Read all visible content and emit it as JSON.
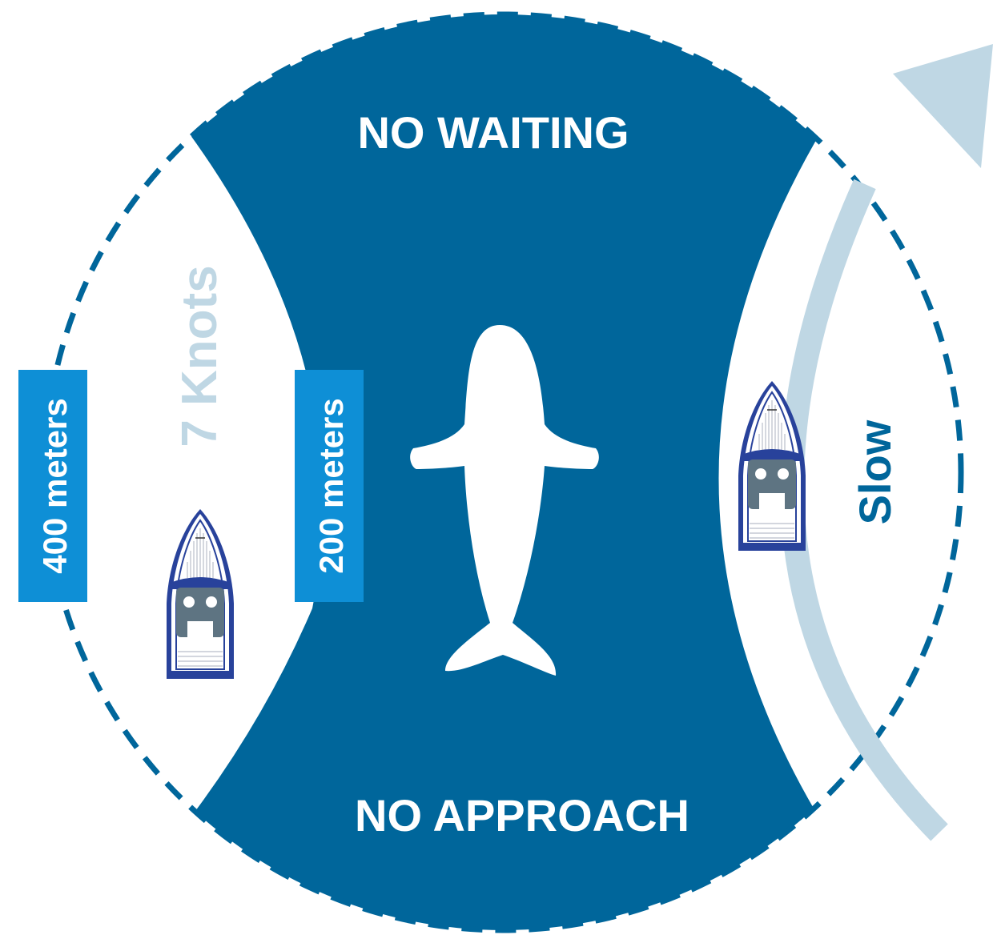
{
  "zones": {
    "outer_label": "400 meters",
    "inner_label": "200 meters",
    "top_label": "NO WAITING",
    "bottom_label": "NO APPROACH",
    "speed_label": "7 Knots",
    "slow_label": "Slow"
  },
  "icons": {
    "whale": "whale-icon",
    "boat": "boat-icon",
    "arrow": "curved-arrow-icon"
  },
  "colors": {
    "dark_blue": "#00669b",
    "bright_blue": "#0e8fd6",
    "light_blue": "#bfd7e4",
    "navy": "#28429b",
    "slate": "#5e7482",
    "white": "#ffffff"
  }
}
